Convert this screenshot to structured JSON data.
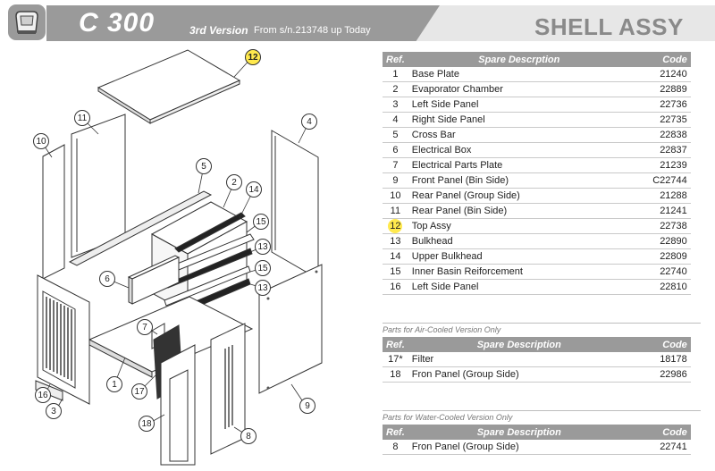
{
  "header": {
    "model": "C 300",
    "version": "3rd Version",
    "serial": "From s/n.213748 up Today",
    "section_title": "SHELL ASSY"
  },
  "colors": {
    "header_gray": "#9a9a9a",
    "highlight": "#ffe94d"
  },
  "icons": [
    "machine-logo-icon"
  ],
  "main_table": {
    "headers": {
      "ref": "Ref.",
      "desc": "Spare Descrption",
      "code": "Code"
    },
    "rows": [
      {
        "ref": "1",
        "desc": "Base Plate",
        "code": "21240"
      },
      {
        "ref": "2",
        "desc": "Evaporator Chamber",
        "code": "22889"
      },
      {
        "ref": "3",
        "desc": "Left Side Panel",
        "code": "22736"
      },
      {
        "ref": "4",
        "desc": "Right Side Panel",
        "code": "22735"
      },
      {
        "ref": "5",
        "desc": "Cross Bar",
        "code": "22838"
      },
      {
        "ref": "6",
        "desc": "Electrical Box",
        "code": "22837"
      },
      {
        "ref": "7",
        "desc": "Electrical Parts Plate",
        "code": "21239"
      },
      {
        "ref": "9",
        "desc": "Front Panel (Bin Side)",
        "code": "C22744"
      },
      {
        "ref": "10",
        "desc": "Rear  Panel (Group Side)",
        "code": "21288"
      },
      {
        "ref": "11",
        "desc": "Rear Panel (Bin Side)",
        "code": "21241"
      },
      {
        "ref": "12",
        "desc": "Top Assy",
        "code": "22738"
      },
      {
        "ref": "13",
        "desc": "Bulkhead",
        "code": "22890"
      },
      {
        "ref": "14",
        "desc": "Upper Bulkhead",
        "code": "22809"
      },
      {
        "ref": "15",
        "desc": "Inner Basin Reiforcement",
        "code": "22740"
      },
      {
        "ref": "16",
        "desc": "Left Side Panel",
        "code": "22810"
      }
    ],
    "highlighted_ref": "12"
  },
  "air_table": {
    "label": "Parts for Air-Cooled Version Only",
    "headers": {
      "ref": "Ref.",
      "desc": "Spare Description",
      "code": "Code"
    },
    "rows": [
      {
        "ref": "17*",
        "desc": "Filter",
        "code": "18178"
      },
      {
        "ref": "18",
        "desc": "Fron Panel (Group Side)",
        "code": "22986"
      }
    ]
  },
  "water_table": {
    "label": "Parts for Water-Cooled Version Only",
    "headers": {
      "ref": "Ref.",
      "desc": "Spare Description",
      "code": "Code"
    },
    "rows": [
      {
        "ref": "8",
        "desc": "Fron Panel (Group Side)",
        "code": "22741"
      }
    ]
  },
  "diagram": {
    "callouts": [
      "12",
      "11",
      "10",
      "4",
      "5",
      "2",
      "14",
      "15",
      "13",
      "15",
      "13",
      "6",
      "7",
      "1",
      "17",
      "16",
      "3",
      "18",
      "8",
      "9"
    ]
  }
}
